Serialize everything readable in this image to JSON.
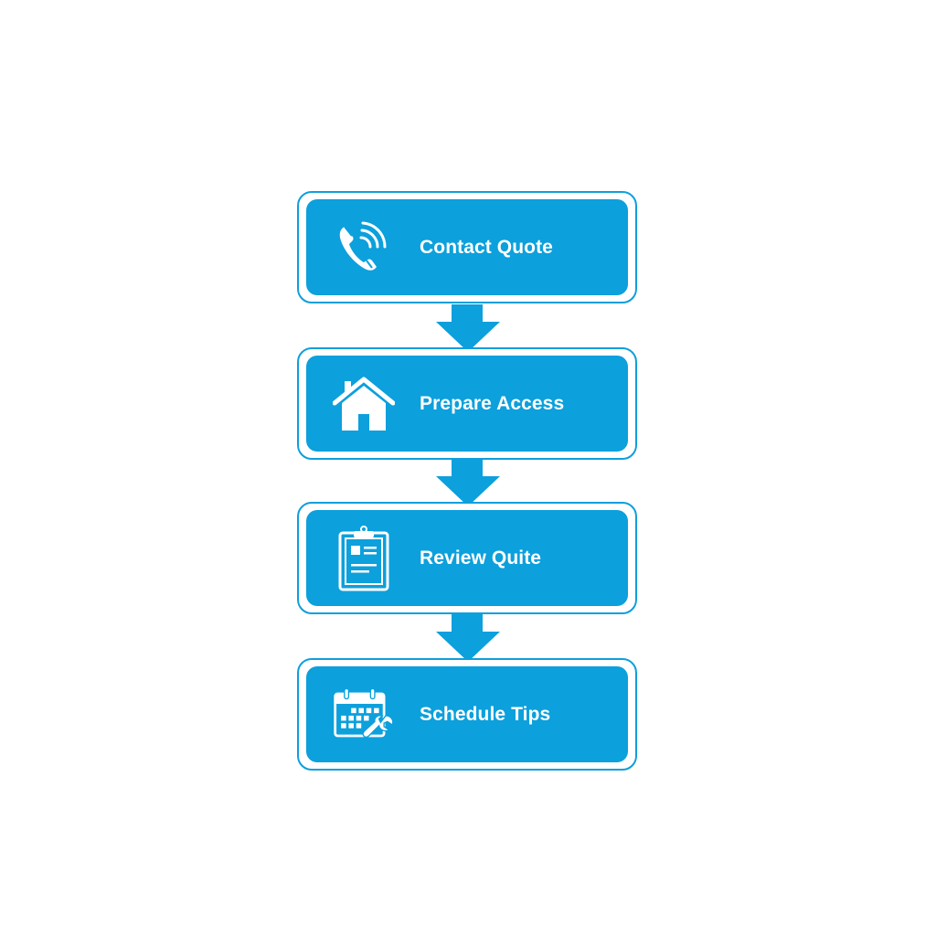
{
  "diagram": {
    "type": "vertical-flowchart",
    "colors": {
      "box_fill": "#0ca0dc",
      "box_border": "#0e9fdc",
      "arrow": "#0ca0dc",
      "text": "#ffffff",
      "background": "#ffffff"
    },
    "steps": [
      {
        "label": "Contact Quote",
        "icon": "phone-ringing-icon"
      },
      {
        "label": "Prepare Access",
        "icon": "house-icon"
      },
      {
        "label": "Review Quite",
        "icon": "clipboard-icon"
      },
      {
        "label": "Schedule Tips",
        "icon": "calendar-wrench-icon"
      }
    ],
    "connectors": [
      {
        "from": 0,
        "to": 1,
        "type": "down-arrow"
      },
      {
        "from": 1,
        "to": 2,
        "type": "down-arrow"
      },
      {
        "from": 2,
        "to": 3,
        "type": "down-arrow"
      }
    ]
  }
}
